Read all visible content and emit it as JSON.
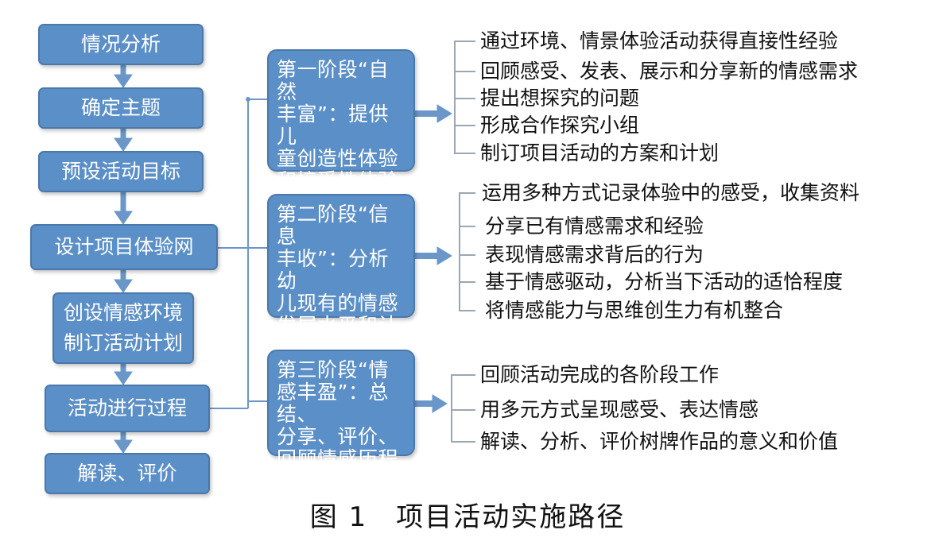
{
  "flow_steps": [
    "情况分析",
    "确定主题",
    "预设活动目标",
    "设计项目体验网",
    "创设情感环境\n制订活动计划",
    "活动进行过程",
    "解读、评价"
  ],
  "stages": [
    {
      "label": "第一阶段“自然\n丰富”：提供儿\n童创造性体验\n和接受性体验\n的自然场景",
      "items": [
        "通过环境、情景体验活动获得直接性经验",
        "回顾感受、发表、展示和分享新的情感需求",
        "提出想探究的问题",
        "形成合作探究小组",
        "制订项目活动的方案和计划"
      ]
    },
    {
      "label": "第二阶段“信息\n丰收”：分析幼\n儿现有的情感\n发展水平和认\n知经验",
      "items": [
        "运用多种方式记录体验中的感受，收集资料",
        "分享已有情感需求和经验",
        "表现情感需求背后的行为",
        "基于情感驱动，分析当下活动的适恰程度",
        "将情感能力与思维创生力有机整合"
      ]
    },
    {
      "label": "第三阶段“情\n感丰盈”：总结、\n分享、评价、\n回顾情感历程",
      "items": [
        "回顾活动完成的各阶段工作",
        "用多元方式呈现感受、表达情感",
        "解读、分析、评价树牌作品的意义和价值"
      ]
    }
  ],
  "caption": "图 1　项目活动实施路径",
  "colors": {
    "box_fill": "#5b8fc7",
    "box_border": "#4a78aa",
    "connector": "#6b97c8",
    "bracket": "#9aa6b2"
  }
}
